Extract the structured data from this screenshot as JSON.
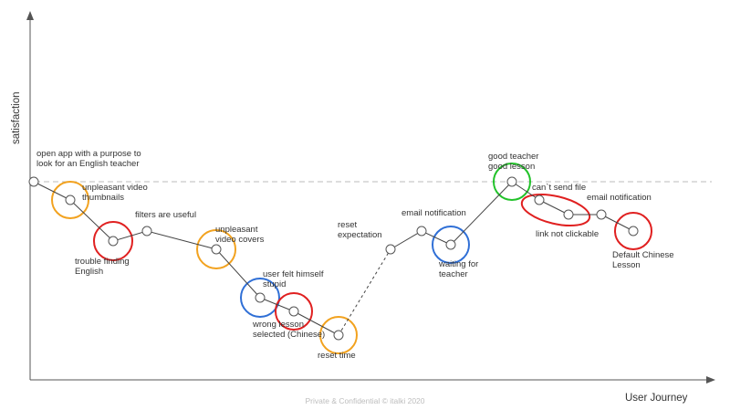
{
  "axes": {
    "y_label": "satisfaction",
    "x_label": "User Journey"
  },
  "footer": "Private & Confidential © italki 2020",
  "colors": {
    "orange": "#f2a21f",
    "red": "#e02020",
    "blue": "#2f6fd6",
    "green": "#22c22a",
    "line": "#444444",
    "baseline": "#bbbbbb"
  },
  "steps": [
    {
      "id": "open-app",
      "label": [
        "open app with a purpose to",
        "look for an English teacher"
      ],
      "ring": null
    },
    {
      "id": "unpleasant-thumbnails",
      "label": [
        "unpleasant video",
        "thumbnails"
      ],
      "ring": "orange"
    },
    {
      "id": "trouble-finding",
      "label": [
        "trouble finding",
        "English"
      ],
      "ring": "red"
    },
    {
      "id": "filters-useful",
      "label": [
        "filters are useful"
      ],
      "ring": null
    },
    {
      "id": "unpleasant-covers",
      "label": [
        "unpleasant",
        "video covers"
      ],
      "ring": "orange"
    },
    {
      "id": "felt-stupid",
      "label": [
        "user felt himself",
        "stupid"
      ],
      "ring": "blue"
    },
    {
      "id": "wrong-lesson",
      "label": [
        "wrong lesson",
        "selected (Chinese)"
      ],
      "ring": "red"
    },
    {
      "id": "reset-time",
      "label": [
        "reset time"
      ],
      "ring": "orange"
    },
    {
      "id": "reset-expectation",
      "label": [
        "reset",
        "expectation"
      ],
      "ring": null
    },
    {
      "id": "email-notification-1",
      "label": [
        "email notification"
      ],
      "ring": null
    },
    {
      "id": "waiting-teacher",
      "label": [
        "waiting for",
        "teacher"
      ],
      "ring": "blue"
    },
    {
      "id": "good-teacher",
      "label": [
        "good teacher",
        "good lesson"
      ],
      "ring": "green"
    },
    {
      "id": "cant-send-file",
      "label": [
        "can`t send file"
      ],
      "ring": null
    },
    {
      "id": "link-not-clickable",
      "label": [
        "link not clickable"
      ],
      "ring": null
    },
    {
      "id": "email-notification-2",
      "label": [
        "email notification"
      ],
      "ring": null
    },
    {
      "id": "default-chinese",
      "label": [
        "Default Chinese",
        "Lesson"
      ],
      "ring": "red"
    }
  ],
  "group_rings": [
    {
      "id": "file-link-issues",
      "ring": "red",
      "covers": [
        "cant-send-file",
        "link-not-clickable"
      ]
    }
  ]
}
